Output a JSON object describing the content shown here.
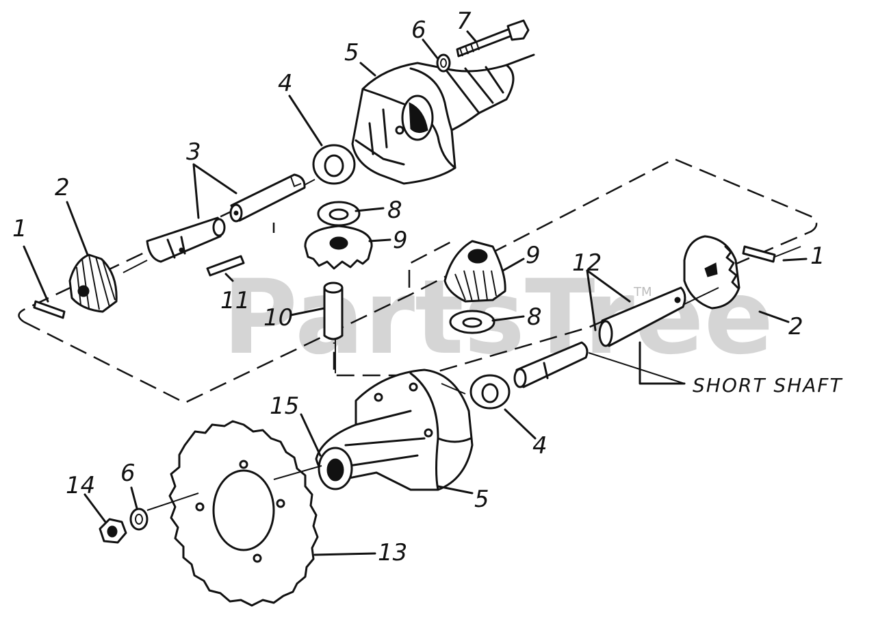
{
  "watermark": "PartsTree",
  "trademark": "TM",
  "callouts": {
    "c1a": "1",
    "c1b": "1",
    "c2a": "2",
    "c2b": "2",
    "c3": "3",
    "c4a": "4",
    "c4b": "4",
    "c5a": "5",
    "c5b": "5",
    "c6a": "6",
    "c6b": "6",
    "c7": "7",
    "c8a": "8",
    "c8b": "8",
    "c9a": "9",
    "c9b": "9",
    "c10": "10",
    "c11": "11",
    "c12": "12",
    "c13": "13",
    "c14": "14",
    "c15": "15"
  },
  "short_shaft_label": "SHORT SHAFT"
}
